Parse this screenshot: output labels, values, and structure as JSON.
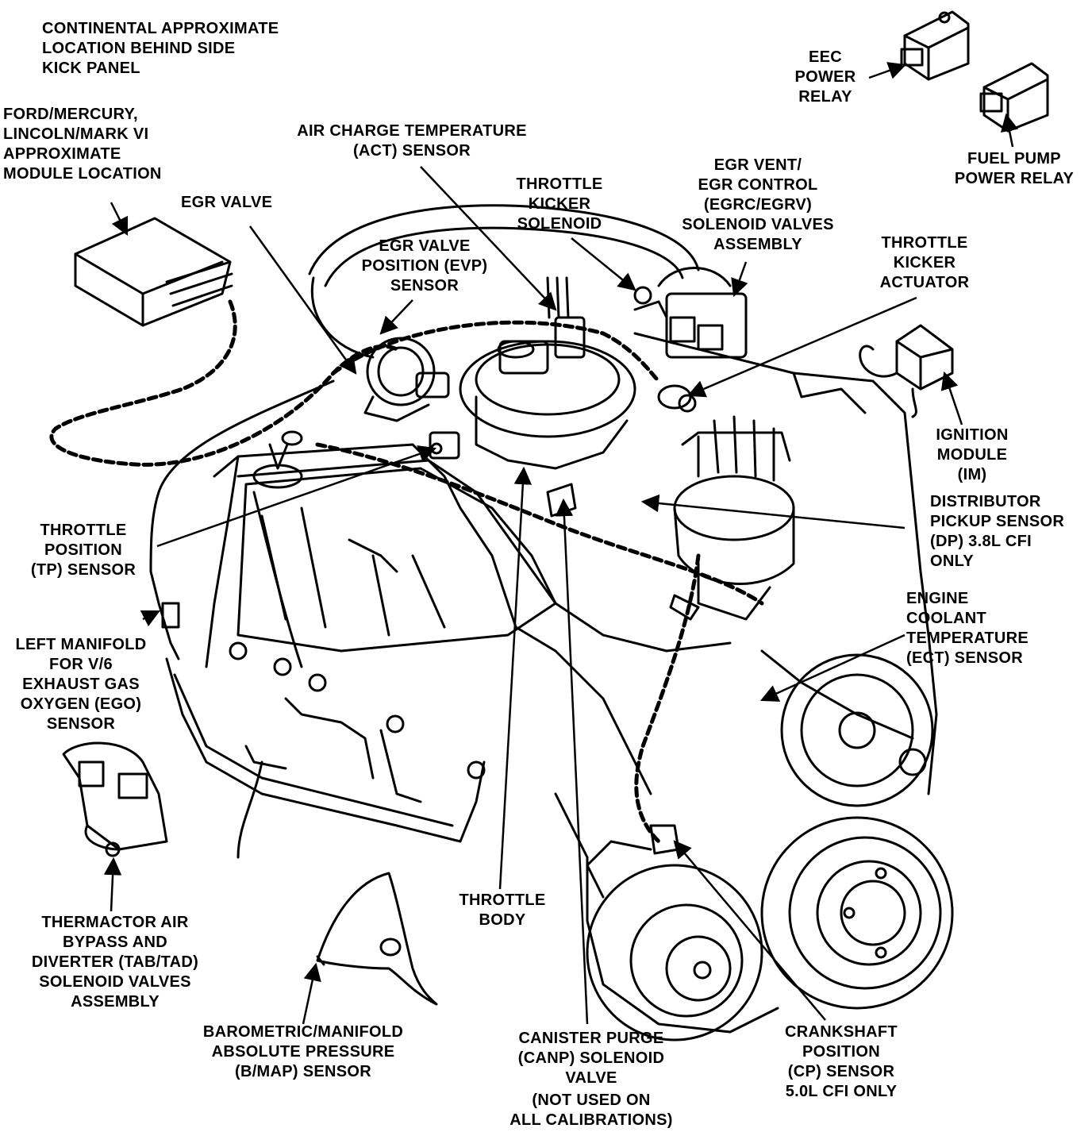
{
  "labels": {
    "continental": [
      "CONTINENTAL APPROXIMATE",
      "LOCATION BEHIND SIDE",
      "KICK PANEL"
    ],
    "ford_mercury": [
      "FORD/MERCURY,",
      "LINCOLN/MARK VI",
      "APPROXIMATE",
      "MODULE LOCATION"
    ],
    "egr_valve": [
      "EGR VALVE"
    ],
    "act_sensor": [
      "AIR CHARGE TEMPERATURE",
      "(ACT) SENSOR"
    ],
    "evp_sensor": [
      "EGR VALVE",
      "POSITION (EVP)",
      "SENSOR"
    ],
    "throttle_kicker_solenoid": [
      "THROTTLE",
      "KICKER",
      "SOLENOID"
    ],
    "egr_vent_control": [
      "EGR VENT/",
      "EGR CONTROL",
      "(EGRC/EGRV)",
      "SOLENOID VALVES",
      "ASSEMBLY"
    ],
    "eec_power_relay": [
      "EEC",
      "POWER",
      "RELAY"
    ],
    "fuel_pump_relay": [
      "FUEL PUMP",
      "POWER RELAY"
    ],
    "throttle_kicker_actuator": [
      "THROTTLE",
      "KICKER",
      "ACTUATOR"
    ],
    "ignition_module": [
      "IGNITION",
      "MODULE",
      "(IM)"
    ],
    "distributor_pickup": [
      "DISTRIBUTOR",
      "PICKUP SENSOR",
      "(DP) 3.8L CFI",
      "ONLY"
    ],
    "ect_sensor": [
      "ENGINE",
      "COOLANT",
      "TEMPERATURE",
      "(ECT) SENSOR"
    ],
    "tp_sensor": [
      "THROTTLE",
      "POSITION",
      "(TP) SENSOR"
    ],
    "ego_sensor": [
      "LEFT MANIFOLD",
      "FOR V/6",
      "EXHAUST GAS",
      "OXYGEN (EGO)",
      "SENSOR"
    ],
    "thermactor": [
      "THERMACTOR AIR",
      "BYPASS AND",
      "DIVERTER (TAB/TAD)",
      "SOLENOID VALVES",
      "ASSEMBLY"
    ],
    "bmap_sensor": [
      "BAROMETRIC/MANIFOLD",
      "ABSOLUTE PRESSURE",
      "(B/MAP) SENSOR"
    ],
    "throttle_body": [
      "THROTTLE",
      "BODY"
    ],
    "canp_valve": [
      "CANISTER PURGE",
      "(CANP) SOLENOID",
      "VALVE"
    ],
    "canp_note": [
      "(NOT USED ON",
      "ALL CALIBRATIONS)"
    ],
    "cp_sensor": [
      "CRANKSHAFT",
      "POSITION",
      "(CP) SENSOR",
      "5.0L CFI ONLY"
    ]
  },
  "colors": {
    "ink": "#000000",
    "paper": "#ffffff"
  }
}
